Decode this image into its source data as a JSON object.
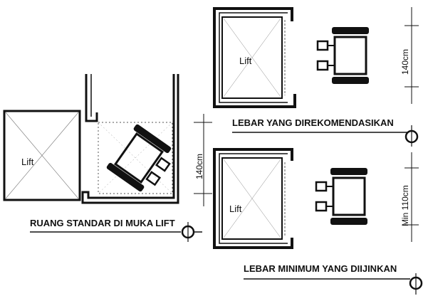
{
  "labels": {
    "lift_left": "Lift",
    "lift_top": "Lift",
    "lift_bottom": "Lift",
    "dim_140_left": "140cm",
    "dim_140_right": "140cm",
    "dim_110_right": "Min 110cm",
    "caption_left": "RUANG STANDAR DI MUKA LIFT",
    "caption_top": "LEBAR YANG DIREKOMENDASIKAN",
    "caption_bottom": "LEBAR MINIMUM YANG DIIJINKAN"
  },
  "colors": {
    "ink": "#111111",
    "paper": "#ffffff",
    "dotted": "#555555"
  }
}
